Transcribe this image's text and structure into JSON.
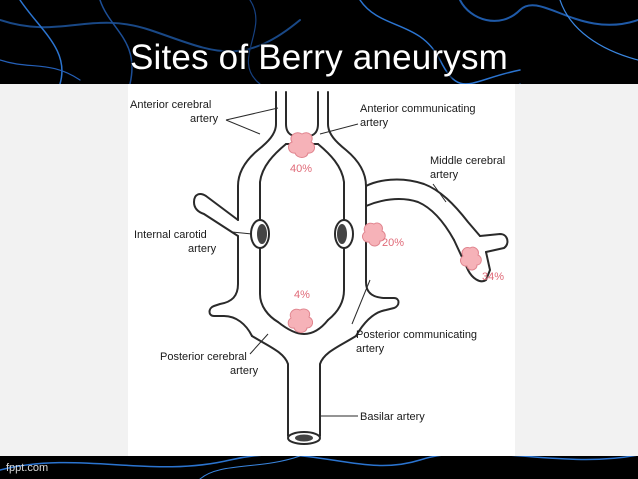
{
  "slide": {
    "title": "Sites of Berry aneurysm",
    "footer": "fppt.com"
  },
  "diagram": {
    "labels": {
      "anterior_cerebral_1": "Anterior cerebral",
      "anterior_cerebral_2": "artery",
      "anterior_communicating_1": "Anterior communicating",
      "anterior_communicating_2": "artery",
      "middle_cerebral_1": "Middle cerebral",
      "middle_cerebral_2": "artery",
      "internal_carotid_1": "Internal carotid",
      "internal_carotid_2": "artery",
      "posterior_communicating_1": "Posterior communicating",
      "posterior_communicating_2": "artery",
      "posterior_cerebral_1": "Posterior cerebral",
      "posterior_cerebral_2": "artery",
      "basilar": "Basilar artery"
    },
    "percentages": {
      "anterior_communicating": "40%",
      "internal_carotid_site": "20%",
      "middle_cerebral_site": "34%",
      "basilar_tip": "4%"
    },
    "colors": {
      "vessel_outline": "#2a2a2a",
      "aneurysm_fill": "#f6b2b8",
      "aneurysm_stroke": "#e0848e",
      "percent_text": "#e06a78",
      "label_text": "#1a1a1a"
    }
  }
}
